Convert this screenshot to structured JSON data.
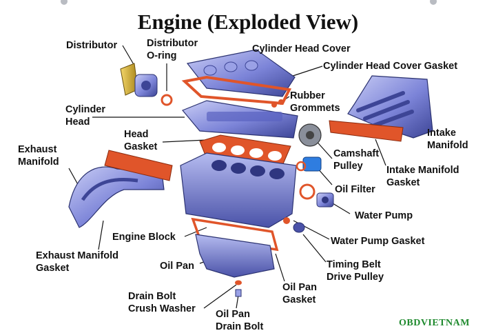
{
  "title": "Engine (Exploded View)",
  "watermark": "OBDVIETNAM",
  "labels": {
    "distributor": "Distributor",
    "distributor_oring": "Distributor\nO-ring",
    "cylinder_head_cover": "Cylinder Head Cover",
    "cylinder_head_cover_gasket": "Cylinder Head Cover Gasket",
    "rubber_grommets": "Rubber\nGrommets",
    "cylinder_head": "Cylinder\nHead",
    "head_gasket": "Head\nGasket",
    "intake_manifold": "Intake\nManifold",
    "exhaust_manifold": "Exhaust\nManifold",
    "camshaft_pulley": "Camshaft\nPulley",
    "intake_manifold_gasket": "Intake Manifold\nGasket",
    "oil_filter": "Oil Filter",
    "water_pump": "Water Pump",
    "engine_block": "Engine Block",
    "water_pump_gasket": "Water Pump Gasket",
    "exhaust_manifold_gasket": "Exhaust Manifold\nGasket",
    "timing_belt_drive_pulley": "Timing Belt\nDrive Pulley",
    "oil_pan": "Oil Pan",
    "oil_pan_gasket": "Oil Pan\nGasket",
    "drain_bolt_crush_washer": "Drain Bolt\nCrush Washer",
    "oil_pan_drain_bolt": "Oil Pan\nDrain Bolt"
  },
  "colors": {
    "metal": "#7c84d8",
    "metal_dark": "#3d4596",
    "gasket": "#e0552a",
    "brass": "#d9b12c",
    "text": "#111111",
    "watermark": "#1f8a2e"
  }
}
